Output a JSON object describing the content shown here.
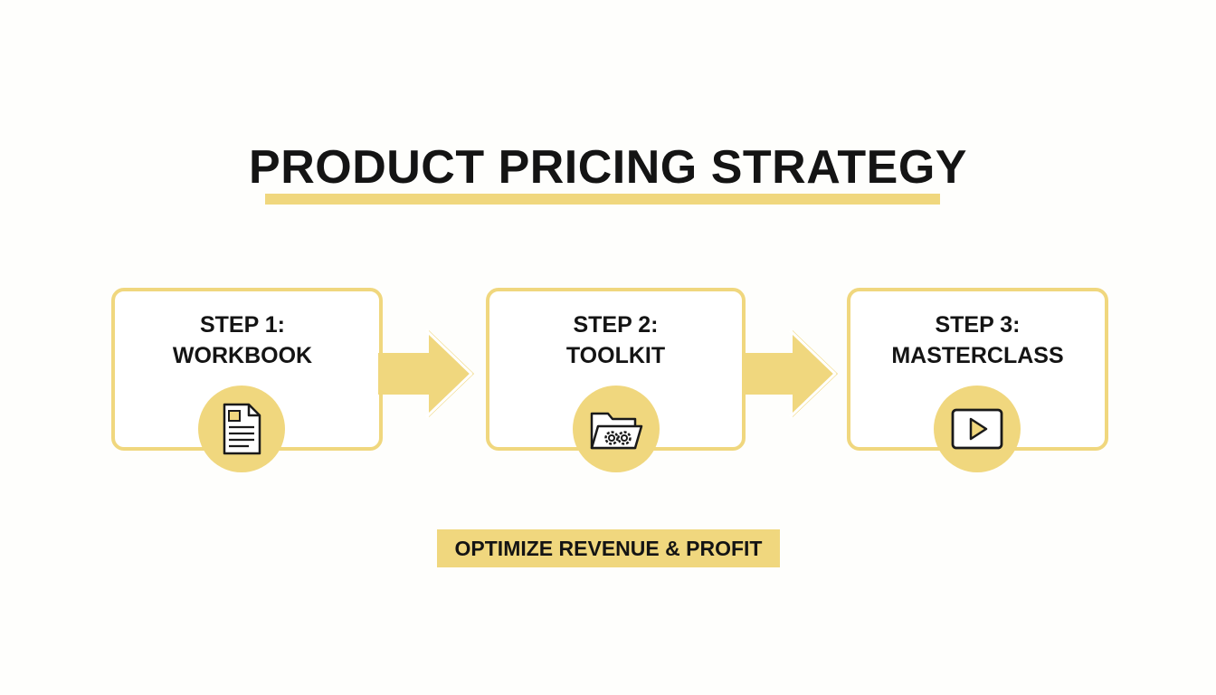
{
  "title": "PRODUCT PRICING STRATEGY",
  "colors": {
    "accent": "#f0d77e",
    "text": "#141414",
    "background": "#fefefc"
  },
  "steps": [
    {
      "label": "STEP 1:\nWORKBOOK",
      "icon": "document-icon"
    },
    {
      "label": "STEP 2:\nTOOLKIT",
      "icon": "folder-gears-icon"
    },
    {
      "label": "STEP 3:\nMASTERCLASS",
      "icon": "video-play-icon"
    }
  ],
  "footer": "OPTIMIZE REVENUE & PROFIT"
}
